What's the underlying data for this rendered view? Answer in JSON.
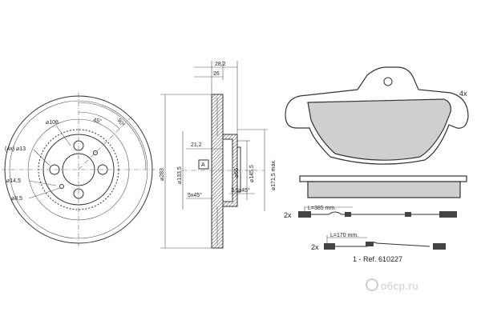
{
  "disc_dimensions": {
    "d108": "⌀108",
    "holes": "(4x) ⌀13",
    "d145": "⌀14,5",
    "d85": "⌀8,5",
    "ang45": "45°",
    "ang90": "90°"
  },
  "section_dimensions": {
    "w282": "28,2",
    "w26": "26",
    "w212": "21,2",
    "d283": "⌀283",
    "d1335": "⌀133,5",
    "d66": "⌀66",
    "d1455": "⌀145,5",
    "d1715": "⌀171,5 max.",
    "ref_a": "A",
    "chamfer1": "5x45°",
    "chamfer2": "3,5x45°"
  },
  "pads": {
    "qty": "4x",
    "wire1_qty": "2x",
    "wire1_len": "L=385 mm.",
    "wire2_qty": "2x",
    "wire2_len": "L=170 mm.",
    "ref": "1 - Ref. 610227"
  },
  "watermark": "oбcp.ru"
}
